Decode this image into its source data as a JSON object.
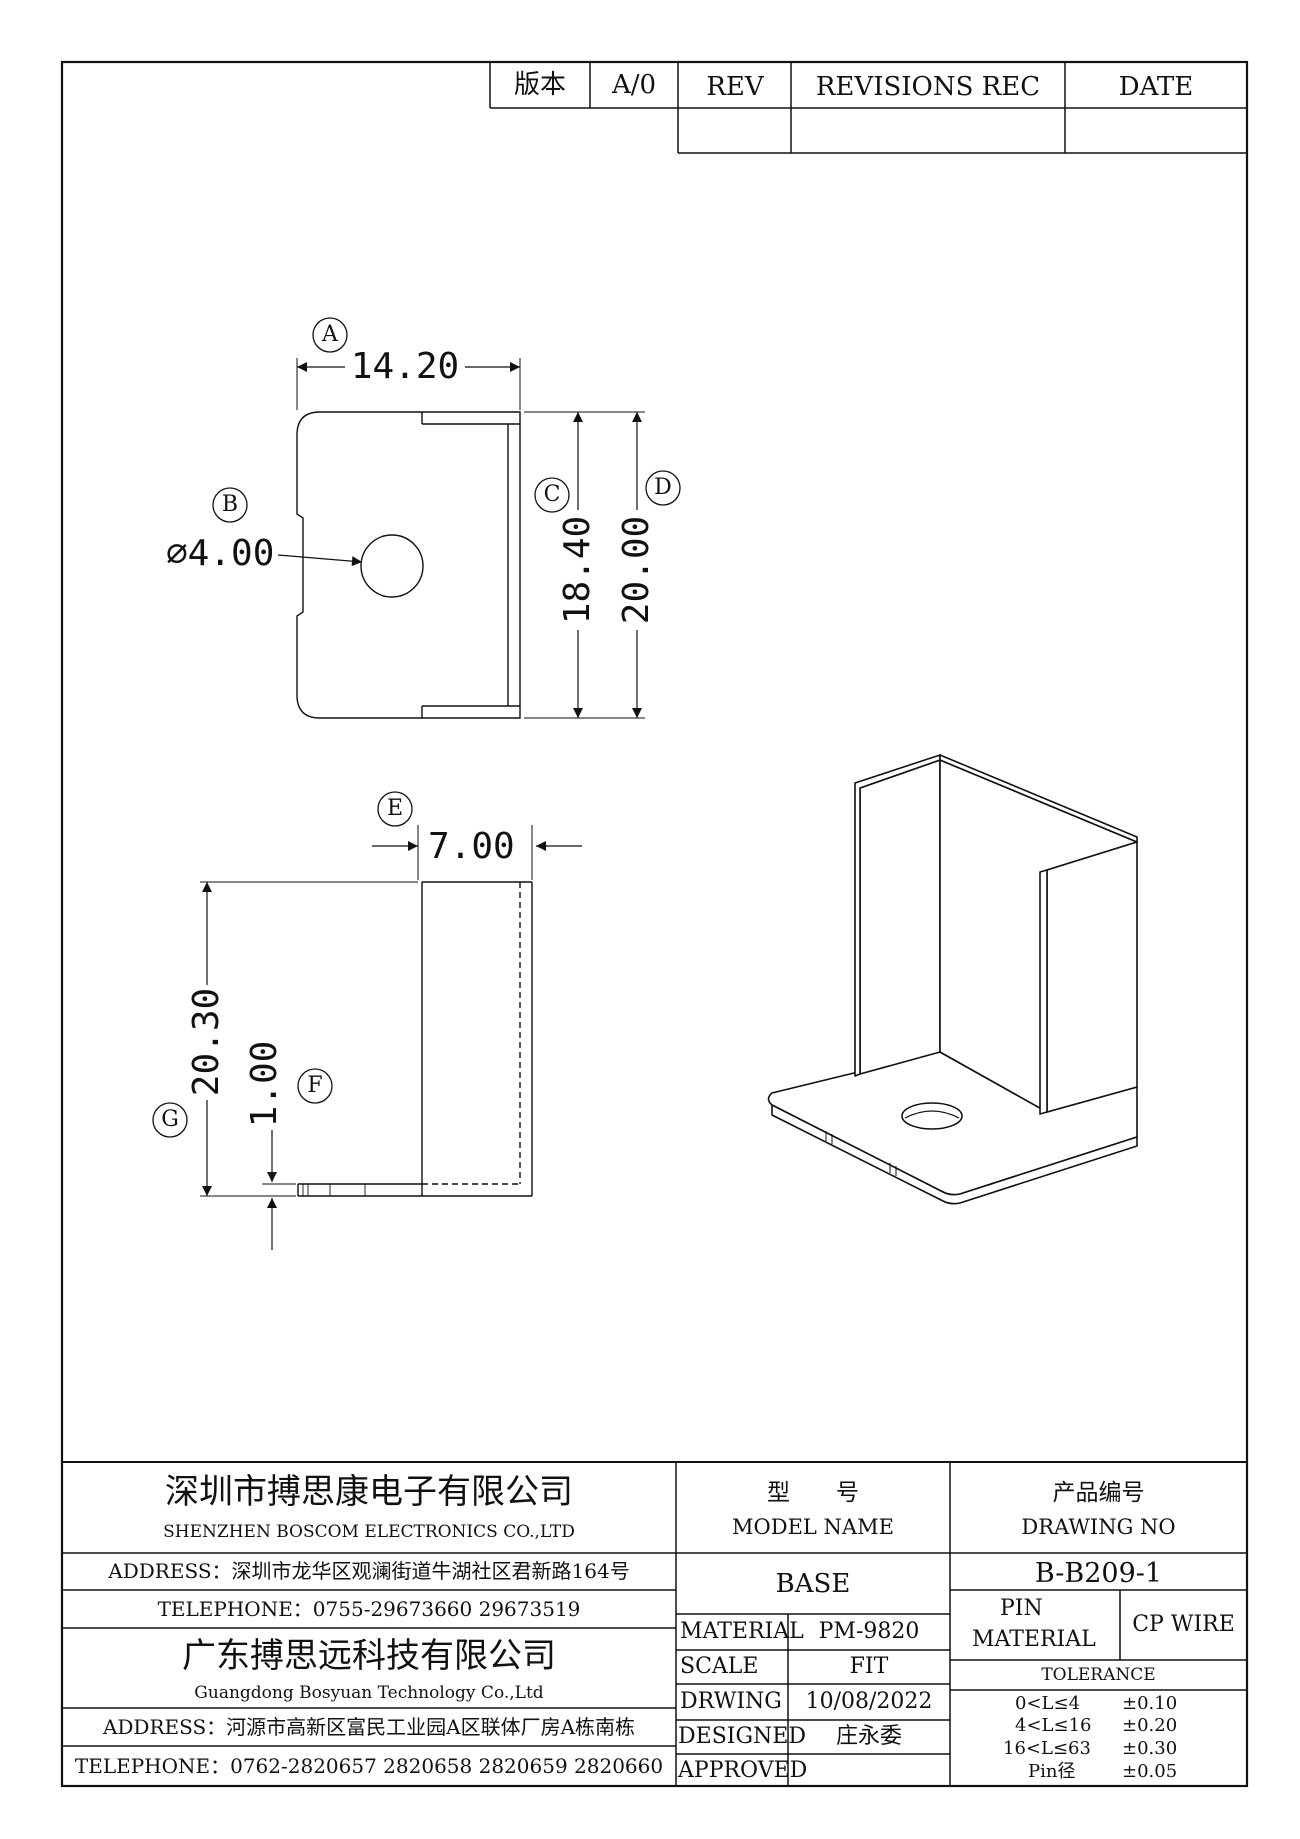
{
  "revision_block": {
    "version_label": "版本",
    "version_value": "A/0",
    "rev_label": "REV",
    "revisions_label": "REVISIONS REC",
    "date_label": "DATE"
  },
  "dimensions": {
    "A": {
      "callout": "A",
      "value": "14.20"
    },
    "B": {
      "callout": "B",
      "value": "⌀4.00"
    },
    "C": {
      "callout": "C",
      "value": "18.40"
    },
    "D": {
      "callout": "D",
      "value": "20.00"
    },
    "E": {
      "callout": "E",
      "value": "7.00"
    },
    "F": {
      "callout": "F",
      "value": "1.00"
    },
    "G": {
      "callout": "G",
      "value": "20.30"
    }
  },
  "title_block": {
    "company1_cn": "深圳市搏思康电子有限公司",
    "company1_en": "SHENZHEN BOSCOM ELECTRONICS CO.,LTD",
    "address1": "ADDRESS：深圳市龙华区观澜街道牛湖社区君新路164号",
    "telephone1": "TELEPHONE：0755-29673660 29673519",
    "company2_cn": "广东搏思远科技有限公司",
    "company2_en": "Guangdong Bosyuan Technology Co.,Ltd",
    "address2": "ADDRESS：河源市高新区富民工业园A区联体厂房A栋南栋",
    "telephone2": "TELEPHONE：0762-2820657 2820658 2820659 2820660",
    "model_name_cn": "型　　号",
    "model_name_en": "MODEL NAME",
    "model_value": "BASE",
    "drawing_no_cn": "产品编号",
    "drawing_no_en": "DRAWING NO",
    "drawing_no_value": "B-B209-1",
    "material_label": "MATERIAL",
    "material_value": "PM-9820",
    "scale_label": "SCALE",
    "scale_value": "FIT",
    "drwing_label": "DRWING",
    "drwing_value": "10/08/2022",
    "designed_label": "DESIGNED",
    "designed_value": "庄永委",
    "approved_label": "APPROVED",
    "approved_value": "",
    "pin_material_label_1": "PIN",
    "pin_material_label_2": "MATERIAL",
    "pin_material_value": "CP WIRE",
    "tolerance_label": "TOLERANCE",
    "tolerances": [
      {
        "range": "0<L≤4",
        "value": "±0.10"
      },
      {
        "range": "4<L≤16",
        "value": "±0.20"
      },
      {
        "range": "16<L≤63",
        "value": "±0.30"
      },
      {
        "range": "Pin径",
        "value": "±0.05"
      }
    ]
  }
}
